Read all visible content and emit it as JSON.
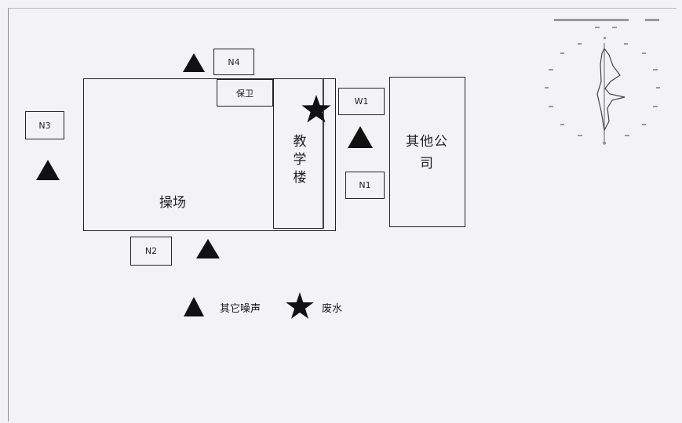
{
  "labels": {
    "playground": "操场",
    "teaching_building": "教学楼",
    "security": "保卫",
    "other_company": "其他公司",
    "n1": "N1",
    "n2": "N2",
    "n3": "N3",
    "n4": "N4",
    "w1": "W1"
  },
  "legend": {
    "noise_label": "其它噪声",
    "wastewater_label": "废水"
  },
  "icons": {
    "noise": "triangle-icon",
    "wastewater": "star-icon"
  },
  "colors": {
    "line": "#222222",
    "marker": "#111111"
  }
}
